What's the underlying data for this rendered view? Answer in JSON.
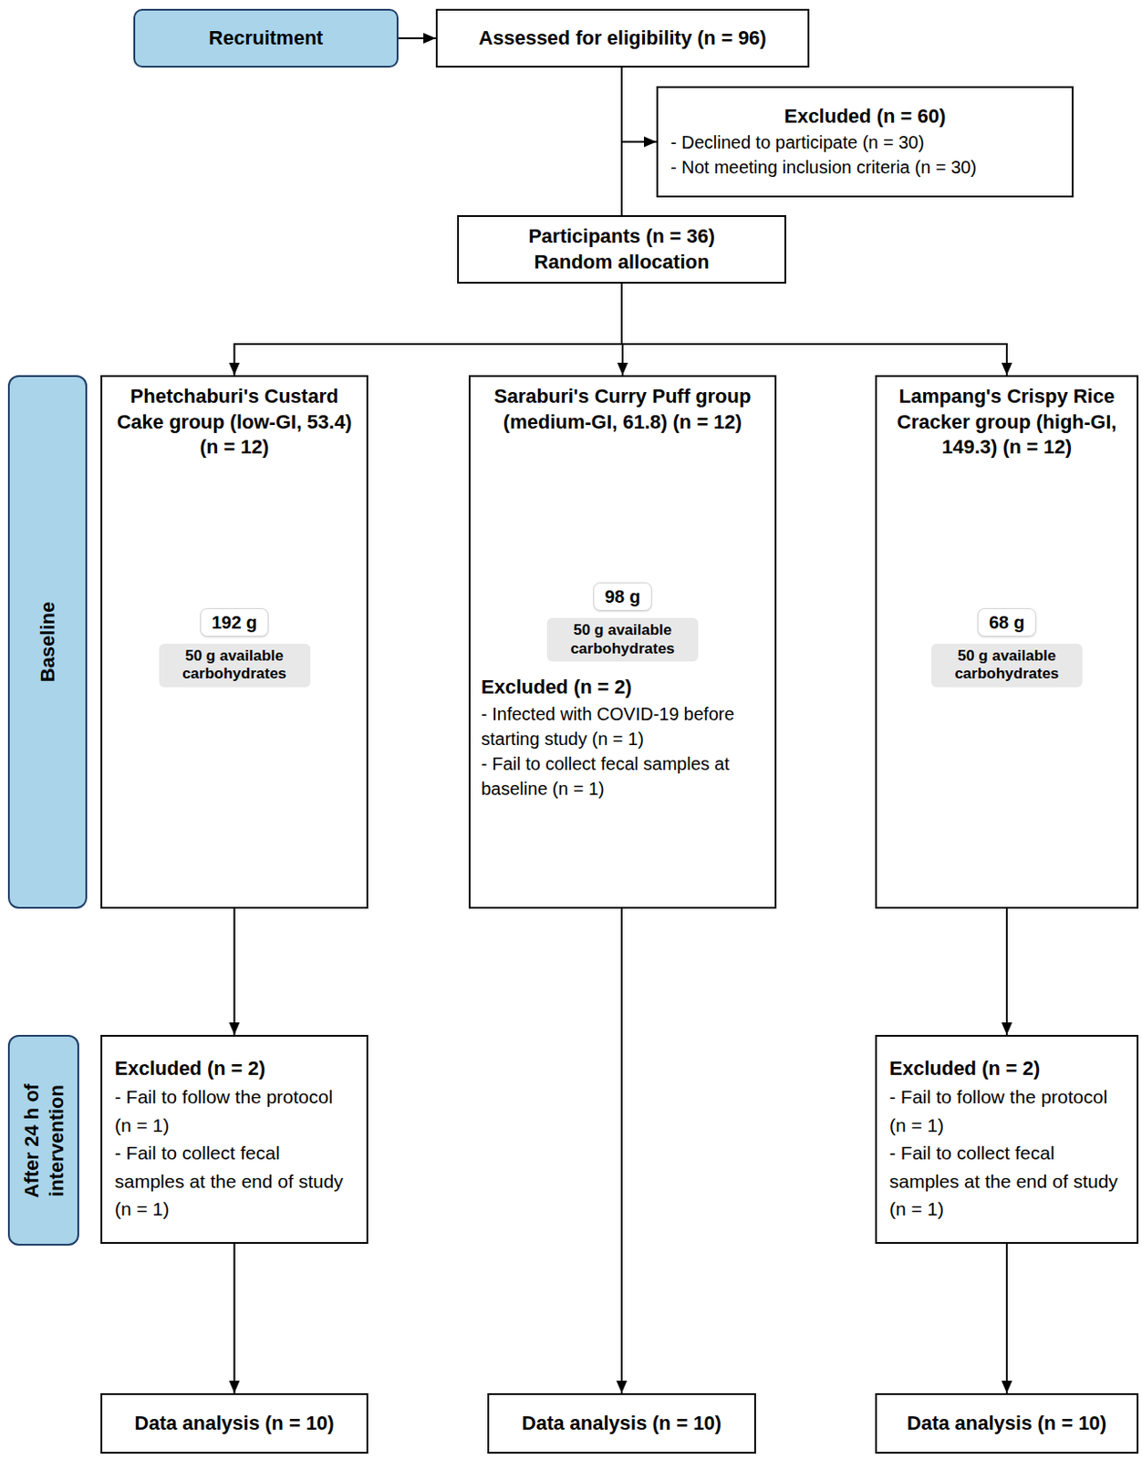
{
  "diagram": {
    "nodes": [
      {
        "text": [
          "Recruitment"
        ]
      },
      {
        "text": [
          "Assessed for eligibility (n = 96)"
        ]
      },
      {
        "text": [
          "Excluded (n = 60)",
          "- Declined to participate (n = 30)",
          "- Not meeting inclusion criteria (n = 30)"
        ]
      },
      {
        "text": [
          "Participants (n = 36)",
          "Random allocation"
        ]
      },
      {
        "text": [
          "Baseline"
        ]
      },
      {
        "text": [
          "Phetchaburi's Custard Cake group (low-GI, 53.4) (n = 12)"
        ]
      },
      {
        "text": [
          "192 g"
        ],
        "in": 5
      },
      {
        "text": [
          "50 g available carbohydrates"
        ],
        "in": 5
      },
      {
        "text": [
          "Saraburi's Curry Puff group (medium-GI, 61.8) (n = 12)",
          "Excluded (n = 2)",
          "- Infected with COVID-19 before starting study (n = 1)",
          "- Fail to collect fecal samples at baseline (n = 1)"
        ]
      },
      {
        "text": [
          "98 g"
        ],
        "in": 8
      },
      {
        "text": [
          "50 g available carbohydrates"
        ],
        "in": 8
      },
      {
        "text": [
          "Lampang's Crispy Rice Cracker group (high-GI, 149.3) (n = 12)"
        ]
      },
      {
        "text": [
          "68 g"
        ],
        "in": 11
      },
      {
        "text": [
          "50 g available carbohydrates"
        ],
        "in": 11
      },
      {
        "text": [
          "After 24 h of intervention"
        ]
      },
      {
        "text": [
          "Excluded (n = 2)",
          "- Fail to follow the protocol (n = 1)",
          "- Fail to collect fecal samples at the end of study (n = 1)"
        ]
      },
      {
        "text": [
          "Excluded (n = 2)",
          "- Fail to follow the protocol (n = 1)",
          "- Fail to collect fecal samples at the end of study (n = 1)"
        ]
      },
      {
        "text": [
          "Data analysis (n = 10)"
        ]
      },
      {
        "text": [
          "Data analysis (n = 10)"
        ]
      },
      {
        "text": [
          "Data analysis (n = 10)"
        ]
      }
    ],
    "edges": [
      {
        "from": 0,
        "to": 1,
        "arrow": "to"
      },
      {
        "from": 1,
        "to": 2,
        "arrow": "to"
      },
      {
        "from": 1,
        "to": 3,
        "arrow": "none"
      },
      {
        "from": 3,
        "to": 5,
        "arrow": "to"
      },
      {
        "from": 3,
        "to": 8,
        "arrow": "to"
      },
      {
        "from": 3,
        "to": 11,
        "arrow": "to"
      },
      {
        "from": 5,
        "to": 15,
        "arrow": "to"
      },
      {
        "from": 15,
        "to": 17,
        "arrow": "to"
      },
      {
        "from": 8,
        "to": 18,
        "arrow": "to"
      },
      {
        "from": 11,
        "to": 16,
        "arrow": "to"
      },
      {
        "from": 16,
        "to": 19,
        "arrow": "to"
      }
    ]
  }
}
